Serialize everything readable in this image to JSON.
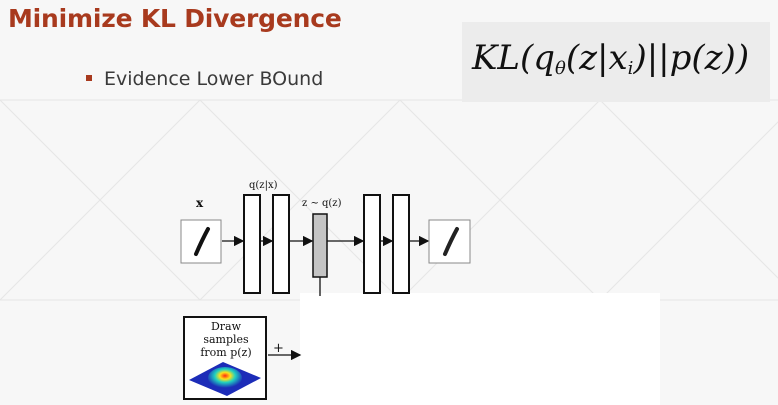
{
  "slide": {
    "title": "Minimize KL Divergence",
    "bullet": "Evidence Lower BOund",
    "formula": {
      "prefix": "KL(q",
      "sub": "θ",
      "middle": "(z|x",
      "sub2": "i",
      "suffix": ")||p(z))"
    }
  },
  "diagram": {
    "input_label": "x",
    "encoder_label": "q(z|x)",
    "latent_label": "z ∼ q(z)",
    "inset_line1": "Draw samples",
    "inset_line2": "from p(z)",
    "plus_sign": "+"
  },
  "colors": {
    "title": "#a83a1e",
    "latent_fill": "#c4c4c4",
    "bullet": "#a83a1e"
  }
}
